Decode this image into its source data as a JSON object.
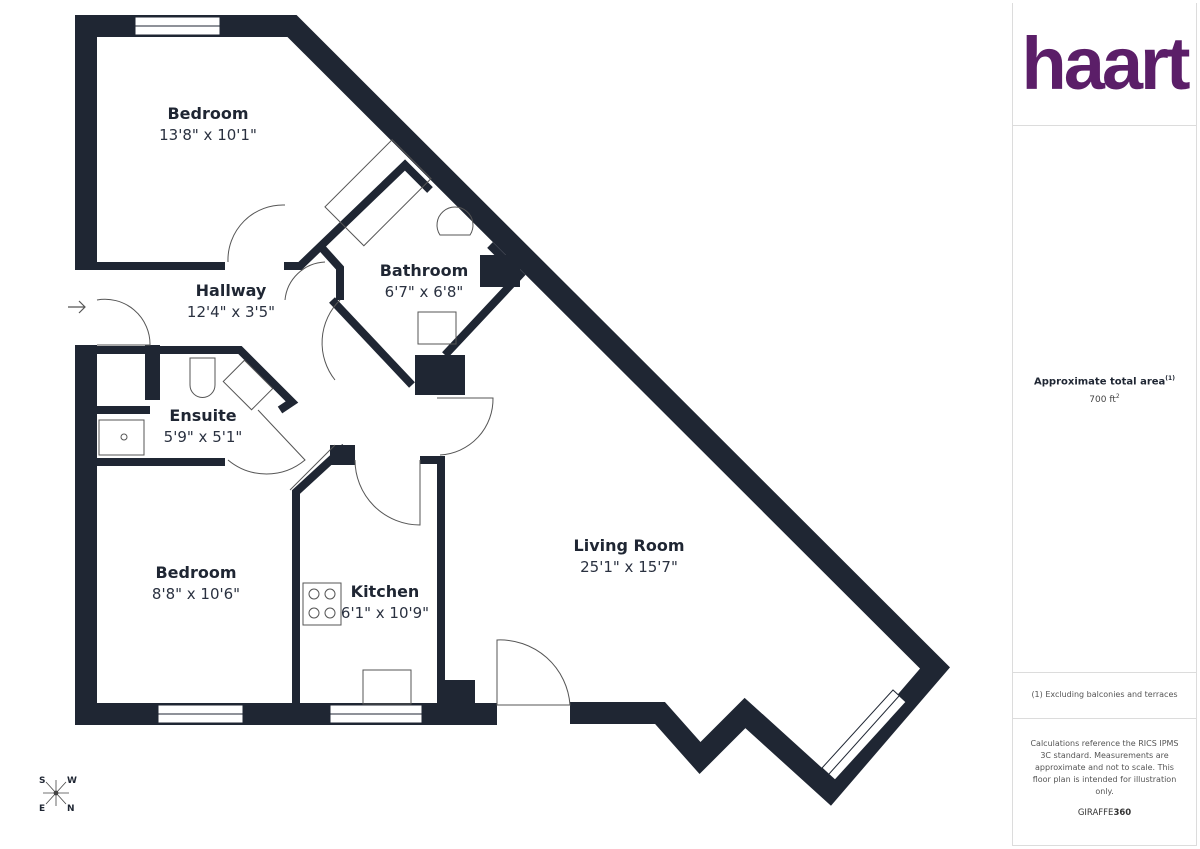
{
  "brand": {
    "logo": "haart",
    "logo_color": "#5b1e68"
  },
  "rooms": [
    {
      "name": "Bedroom",
      "dims": "13'8\" x 10'1\""
    },
    {
      "name": "Hallway",
      "dims": "12'4\" x 3'5\""
    },
    {
      "name": "Bathroom",
      "dims": "6'7\" x 6'8\""
    },
    {
      "name": "Ensuite",
      "dims": "5'9\" x 5'1\""
    },
    {
      "name": "Bedroom",
      "dims": "8'8\" x 10'6\""
    },
    {
      "name": "Kitchen",
      "dims": "6'1\" x 10'9\""
    },
    {
      "name": "Living Room",
      "dims": "25'1\" x 15'7\""
    }
  ],
  "compass": {
    "s": "S",
    "w": "W",
    "e": "E",
    "n": "N"
  },
  "panel": {
    "area_title": "Approximate total area",
    "area_note_marker": "(1)",
    "area_value": "700 ft",
    "area_unit_sup": "2",
    "footnote": "(1) Excluding balconies and terraces",
    "disclaimer": "Calculations reference the RICS IPMS 3C standard. Measurements are approximate and not to scale. This floor plan is intended for illustration only.",
    "brand_light": "GIRAFFE",
    "brand_bold": "360"
  },
  "colors": {
    "wall": "#1f2633",
    "accent": "#5b1e68"
  }
}
